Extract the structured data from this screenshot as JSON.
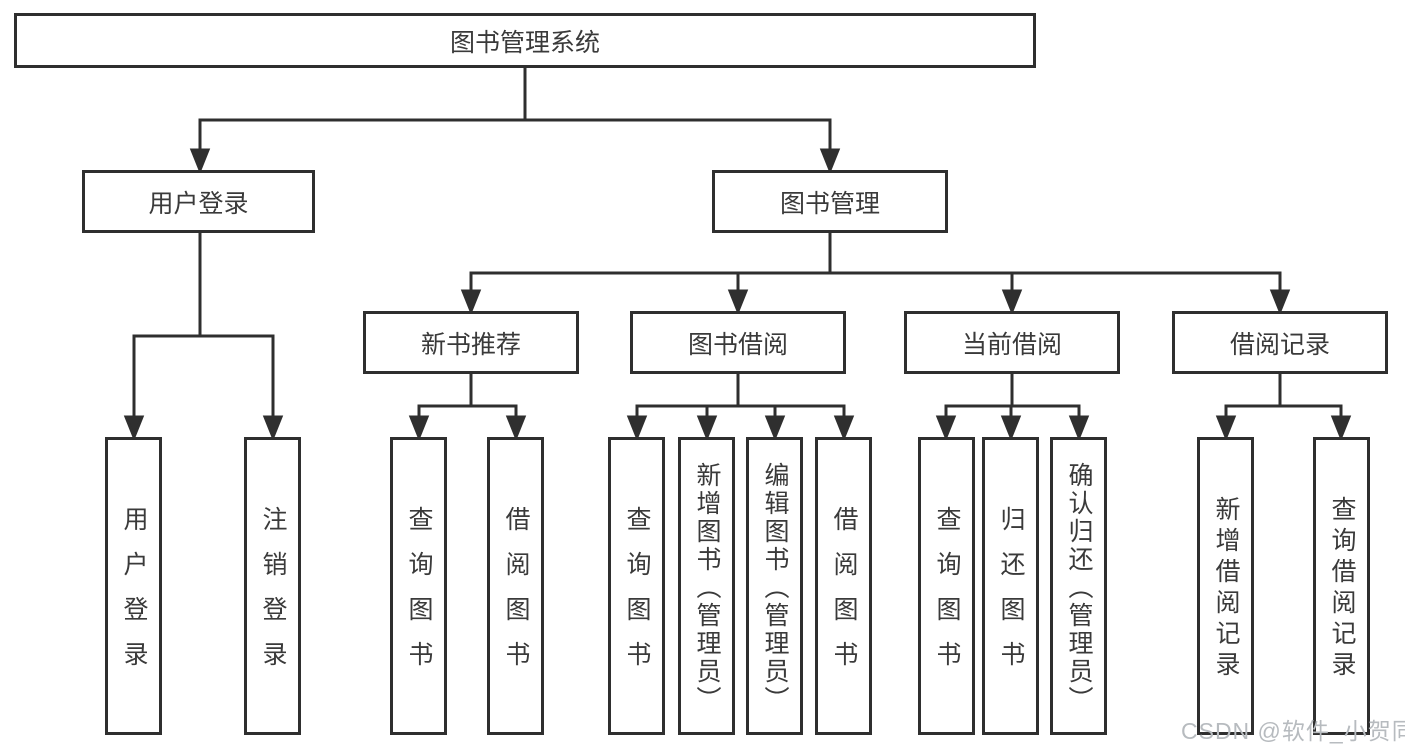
{
  "colors": {
    "line": "#2f2f2f",
    "text": "#3a3a3a",
    "watermark": "#b7bbbf",
    "background": "#ffffff"
  },
  "tree": {
    "label": "图书管理系统",
    "children": [
      {
        "label": "用户登录",
        "children": [
          {
            "label": "用户登录"
          },
          {
            "label": "注销登录"
          }
        ]
      },
      {
        "label": "图书管理",
        "children": [
          {
            "label": "新书推荐",
            "children": [
              {
                "label": "查询图书"
              },
              {
                "label": "借阅图书"
              }
            ]
          },
          {
            "label": "图书借阅",
            "children": [
              {
                "label": "查询图书"
              },
              {
                "label": "新增图书（管理员）"
              },
              {
                "label": "编辑图书（管理员）"
              },
              {
                "label": "借阅图书"
              }
            ]
          },
          {
            "label": "当前借阅",
            "children": [
              {
                "label": "查询图书"
              },
              {
                "label": "归还图书"
              },
              {
                "label": "确认归还（管理员）"
              }
            ]
          },
          {
            "label": "借阅记录",
            "children": [
              {
                "label": "新增借阅记录"
              },
              {
                "label": "查询借阅记录"
              }
            ]
          }
        ]
      }
    ]
  },
  "watermark": {
    "text": "CSDN @软件_小贺同学"
  }
}
